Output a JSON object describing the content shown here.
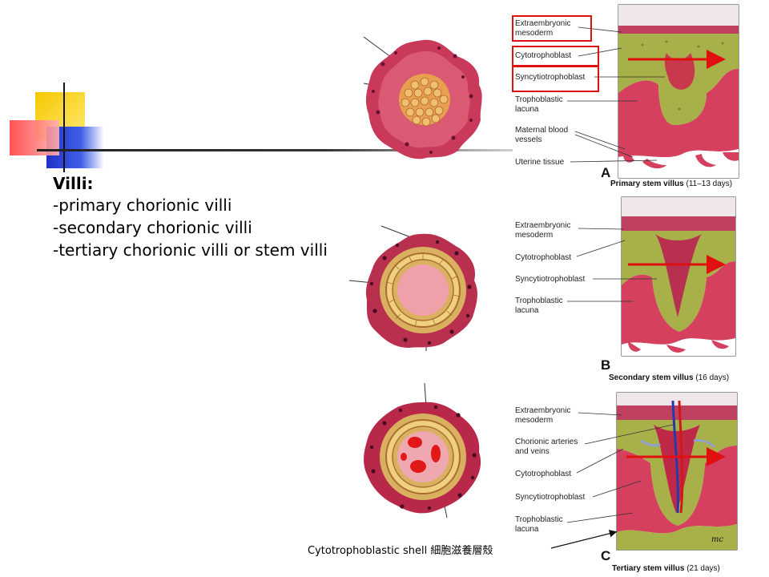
{
  "slide": {
    "heading": "Villi:",
    "items": [
      "-primary chorionic villi",
      "-secondary chorionic villi",
      "-tertiary chorionic villi or stem villi"
    ]
  },
  "panel_a": {
    "labels": {
      "extraembryonic": "Extraembryonic\nmesoderm",
      "cytotrophoblast": "Cytotrophoblast",
      "syncytiotrophoblast": "Syncytiotrophoblast",
      "lacuna": "Trophoblastic\nlacuna",
      "maternal_vessels": "Maternal blood\nvessels",
      "uterine": "Uterine tissue"
    },
    "letter": "A",
    "caption": "Primary stem villus",
    "days": "(11–13 days)"
  },
  "panel_b": {
    "labels": {
      "extraembryonic": "Extraembryonic\nmesoderm",
      "cytotrophoblast": "Cytotrophoblast",
      "syncytiotrophoblast": "Syncytiotrophoblast",
      "lacuna": "Trophoblastic\nlacuna"
    },
    "letter": "B",
    "caption": "Secondary stem villus",
    "days": "(16 days)"
  },
  "panel_c": {
    "labels": {
      "extraembryonic": "Extraembryonic\nmesoderm",
      "arteries": "Chorionic arteries\nand veins",
      "cytotrophoblast": "Cytotrophoblast",
      "syncytiotrophoblast": "Syncytiotrophoblast",
      "lacuna": "Trophoblastic\nlacuna"
    },
    "letter": "C",
    "caption": "Tertiary stem villus",
    "days": "(21 days)",
    "signature": "mc"
  },
  "shell_caption": "Cytotrophoblastic shell 細胞滋養層殼",
  "colors": {
    "villus_red": "#c8395a",
    "mesoderm_green": "#a8b04a",
    "lacuna_pink": "#d4405e",
    "highlight": "#e01010",
    "cell_yellow": "#e8c060"
  }
}
